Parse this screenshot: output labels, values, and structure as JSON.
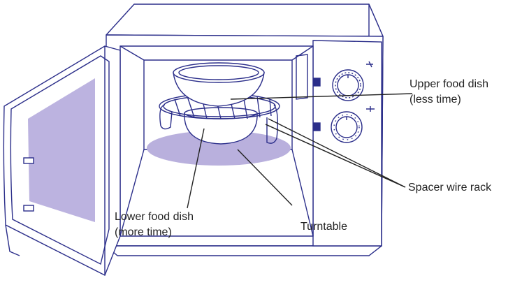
{
  "labels": {
    "upper_dish": {
      "line1": "Upper food dish",
      "line2": "(less time)"
    },
    "spacer_rack": {
      "line1": "Spacer wire rack"
    },
    "lower_dish": {
      "line1": "Lower food dish",
      "line2": "(more time)"
    },
    "turntable": {
      "line1": "Turntable"
    }
  },
  "colors": {
    "outline": "#2b2e8a",
    "glass": "#bcb3e0",
    "turntable": "#b9b0dd",
    "panel_square": "#2b2e8a",
    "background": "#ffffff",
    "leader": "#222222"
  }
}
